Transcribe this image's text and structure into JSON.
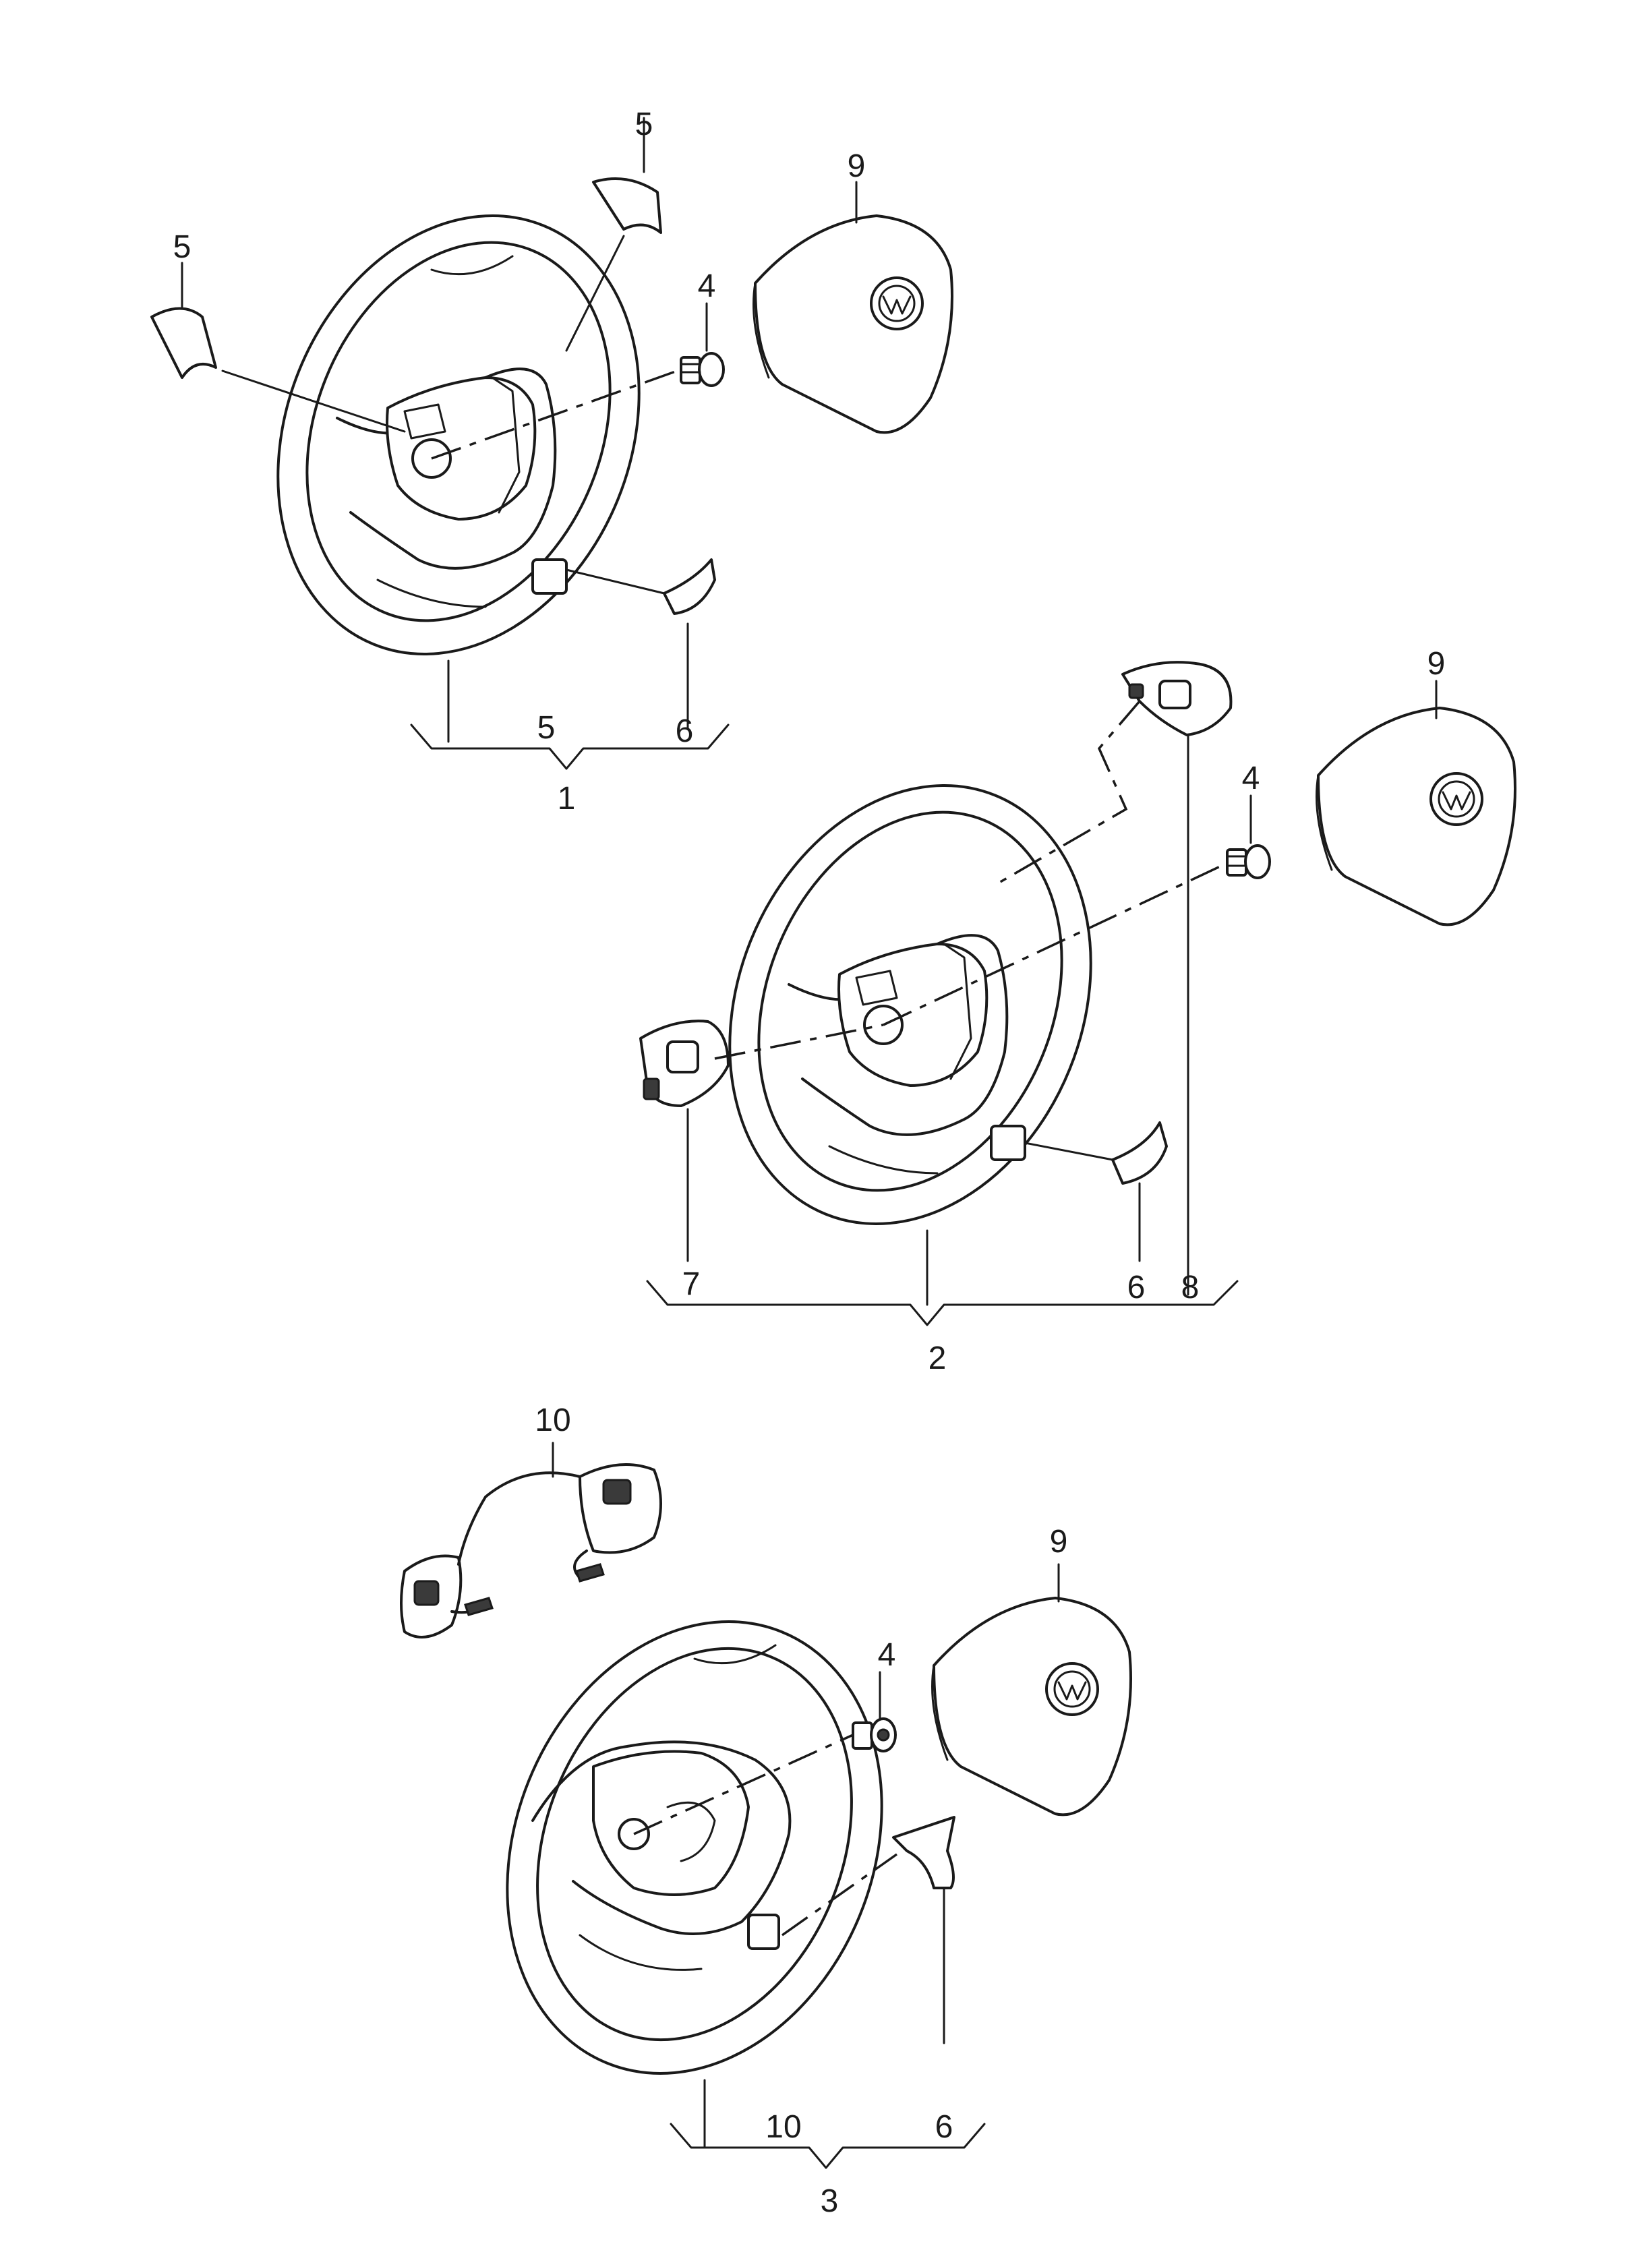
{
  "labels": {
    "a1": "5",
    "a2": "5",
    "a3": "9",
    "a4": "4",
    "a5": "5",
    "a6": "6",
    "a7": "1",
    "b1": "9",
    "b2": "4",
    "b3": "7",
    "b4": "6",
    "b5": "8",
    "b6": "2",
    "c1": "10",
    "c2": "9",
    "c3": "4",
    "c4": "10",
    "c5": "6",
    "c6": "3"
  },
  "colors": {
    "line": "#1a1a1a",
    "background": "#ffffff"
  }
}
